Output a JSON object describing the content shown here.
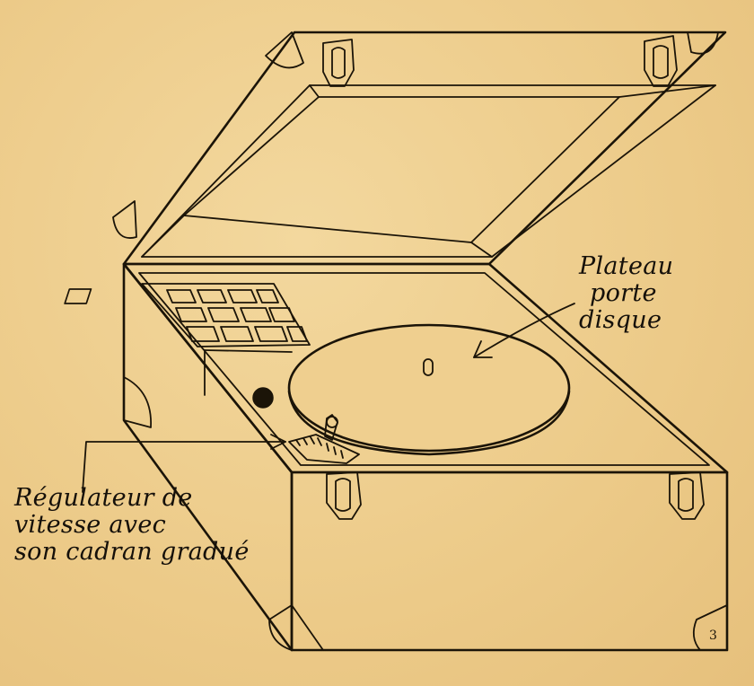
{
  "labels": {
    "plateau": [
      "Plateau",
      "porte",
      "disque"
    ],
    "regulateur": [
      "Régulateur de",
      "vitesse avec",
      "son cadran gradué"
    ]
  },
  "corner_mark": "3",
  "colors": {
    "paper": "#efcf8f",
    "ink": "#1b1408"
  }
}
